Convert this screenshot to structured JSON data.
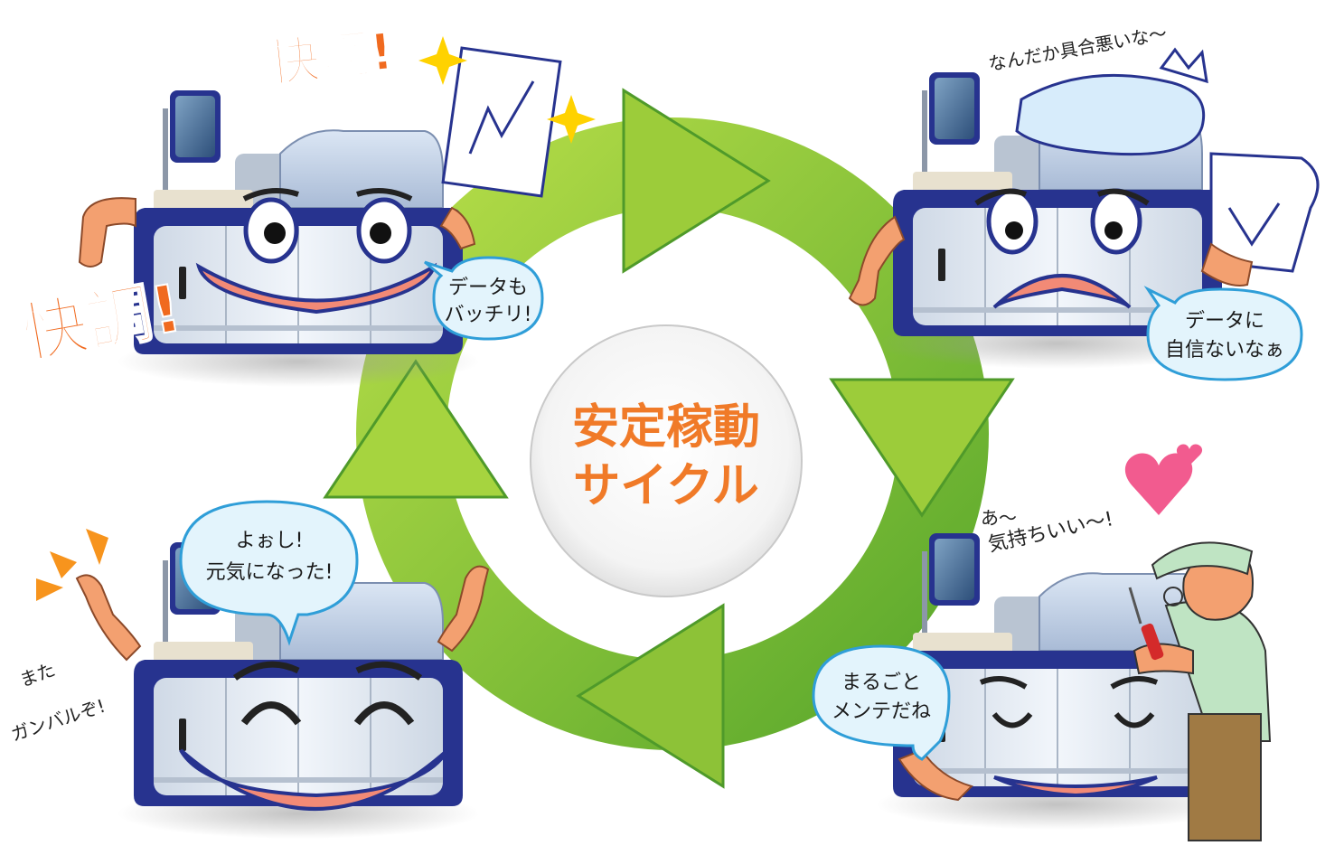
{
  "center": {
    "line1": "安定稼動",
    "line2": "サイクル"
  },
  "states": {
    "top_left": {
      "exclaim_top": "快調!",
      "exclaim_left": "快調!",
      "bubble_line1": "データも",
      "bubble_line2": "バッチリ!"
    },
    "top_right": {
      "thought": "なんだか具合悪いな〜",
      "bubble_line1": "データに",
      "bubble_line2": "自信ないなぁ"
    },
    "bottom_right": {
      "thought_line1": "あ〜",
      "thought_line2": "気持ちいい〜!",
      "bubble_line1": "まるごと",
      "bubble_line2": "メンテだね"
    },
    "bottom_left": {
      "bubble_line1": "よぉし!",
      "bubble_line2": "元気になった!",
      "side_line1": "また",
      "side_line2": "ガンバルぞ!"
    }
  },
  "colors": {
    "arrow_light": "#9ccc3a",
    "arrow_dark": "#4f9a2a",
    "center_text": "#f07a28",
    "machine_blue": "#27338f",
    "bubble_fill": "#e3f4fc",
    "bubble_stroke": "#2f9ed8",
    "heart": "#f25b8f",
    "spark": "#ffd200"
  },
  "icons": [
    "machine-icon",
    "chart-paper-icon",
    "sparkle-icon",
    "heart-icon",
    "ice-bag-icon",
    "screwdriver-icon",
    "technician-icon",
    "spark-burst-icon"
  ]
}
